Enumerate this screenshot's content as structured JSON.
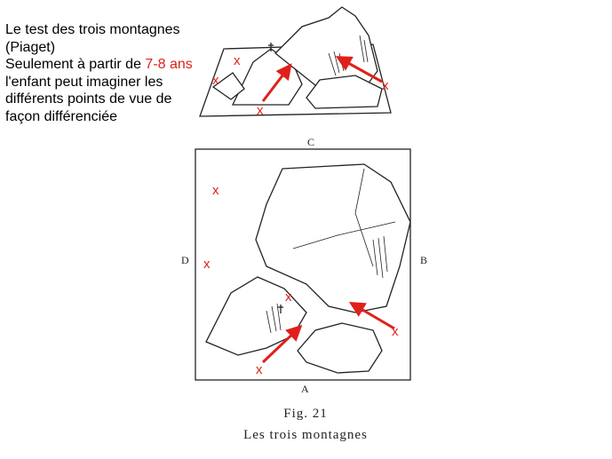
{
  "slide": {
    "title_line1": "Le test des trois montagnes",
    "title_line2": "(Piaget)",
    "line3_prefix": "Seulement à partir de ",
    "line3_highlight": "7-8 ans",
    "line4": "l'enfant peut imaginer les",
    "line5": "différents points de vue de",
    "line6": " façon différenciée",
    "highlight_color": "#e0201a"
  },
  "figure": {
    "side_labels": {
      "top": "C",
      "right": "B",
      "left": "D",
      "bottom": "A"
    },
    "caption_number": "Fig. 21",
    "caption_title": "Les trois montagnes",
    "marker": "x"
  }
}
